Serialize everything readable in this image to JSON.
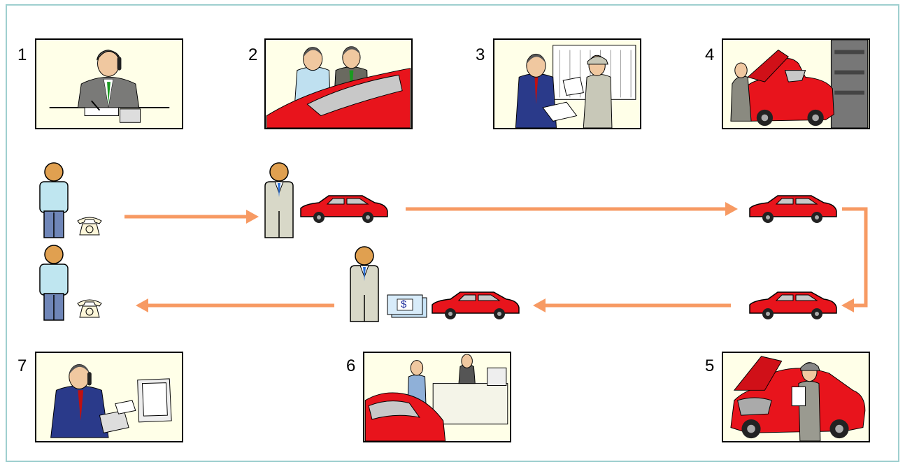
{
  "steps": [
    {
      "number": "1",
      "scene": "receptionist-on-phone"
    },
    {
      "number": "2",
      "scene": "customer-and-advisor-inspecting-car"
    },
    {
      "number": "3",
      "scene": "advisor-and-mechanic-with-schedule-board"
    },
    {
      "number": "4",
      "scene": "mechanic-repairing-car"
    },
    {
      "number": "5",
      "scene": "mechanic-inspecting-car"
    },
    {
      "number": "6",
      "scene": "customer-pickup-at-counter"
    },
    {
      "number": "7",
      "scene": "advisor-calling-customer"
    }
  ],
  "flow_icons": [
    "customer-icon",
    "telephone-icon",
    "advisor-icon",
    "car-icon",
    "money-icon",
    "arrow-icon"
  ],
  "money_symbol": "$",
  "colors": {
    "frame_border": "#9fcfcf",
    "arrow": "#f79a63",
    "car_body": "#e8141c",
    "customer_shirt": "#bfe6f0",
    "customer_pants": "#6f86b8",
    "advisor_suit": "#d8d8c8",
    "head": "#e0a050",
    "panel_background": "#ffffe8"
  }
}
